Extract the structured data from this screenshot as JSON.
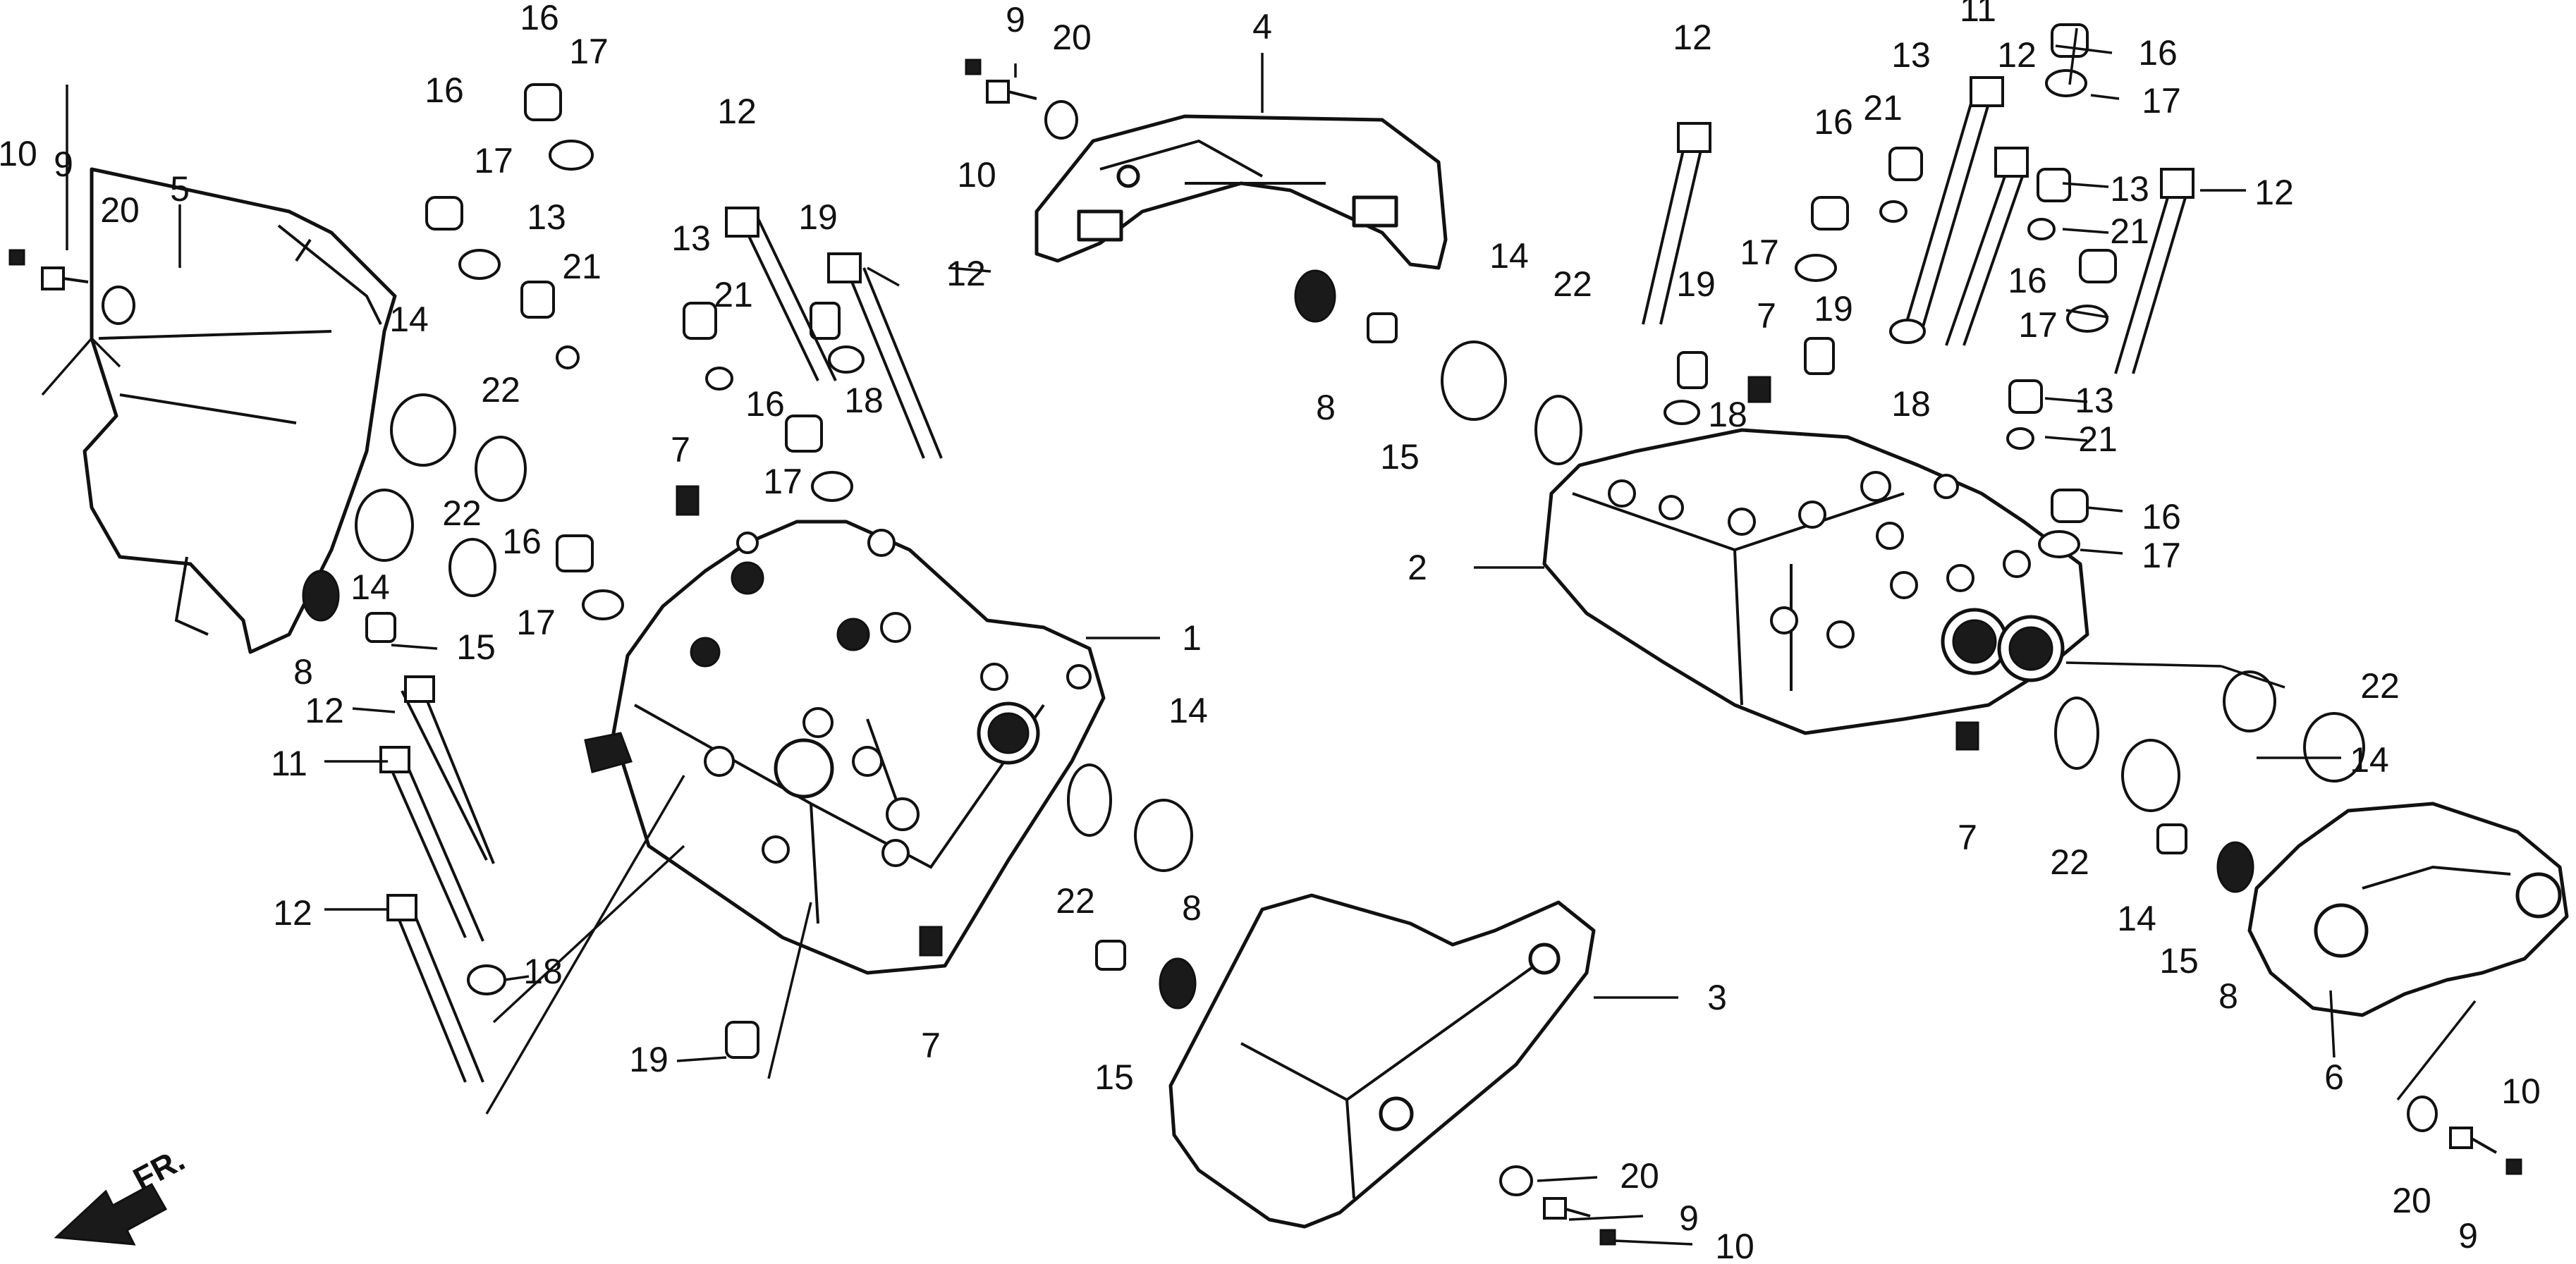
{
  "callouts": {
    "c1": "1",
    "c2": "2",
    "c3": "3",
    "c4": "4",
    "c5": "5",
    "c6": "6",
    "c7a": "7",
    "c7b": "7",
    "c7c": "7",
    "c8a": "8",
    "c8b": "8",
    "c8c": "8",
    "c8d": "8",
    "c9a": "9",
    "c9b": "9",
    "c9c": "9",
    "c9d": "9",
    "c10a": "10",
    "c10b": "10",
    "c10c": "10",
    "c10d": "10",
    "c11a": "11",
    "c11b": "11",
    "c12a": "12",
    "c12b": "12",
    "c12c": "12",
    "c12d": "12",
    "c12e": "12",
    "c12f": "12",
    "c12g": "12",
    "c13a": "13",
    "c13b": "13",
    "c13c": "13",
    "c13d": "13",
    "c13e": "13",
    "c14a": "14",
    "c14b": "14",
    "c14c": "14",
    "c14d": "14",
    "c14e": "14",
    "c14f": "14",
    "c15a": "15",
    "c15b": "15",
    "c15c": "15",
    "c15d": "15",
    "c16a": "16",
    "c16b": "16",
    "c16c": "16",
    "c16d": "16",
    "c16e": "16",
    "c16f": "16",
    "c16g": "16",
    "c17a": "17",
    "c17b": "17",
    "c17c": "17",
    "c17d": "17",
    "c17e": "17",
    "c17f": "17",
    "c17g": "17",
    "c17h": "17",
    "c18a": "18",
    "c18b": "18",
    "c18c": "18",
    "c18d": "18",
    "c19a": "19",
    "c19b": "19",
    "c19c": "19",
    "c19d": "19",
    "c20a": "20",
    "c20b": "20",
    "c20c": "20",
    "c20d": "20",
    "c21a": "21",
    "c21b": "21",
    "c21c": "21",
    "c21d": "21",
    "c21e": "21",
    "c22a": "22",
    "c22b": "22",
    "c22c": "22",
    "c22d": "22",
    "c22e": "22",
    "c22f": "22"
  },
  "direction_label": "FR."
}
